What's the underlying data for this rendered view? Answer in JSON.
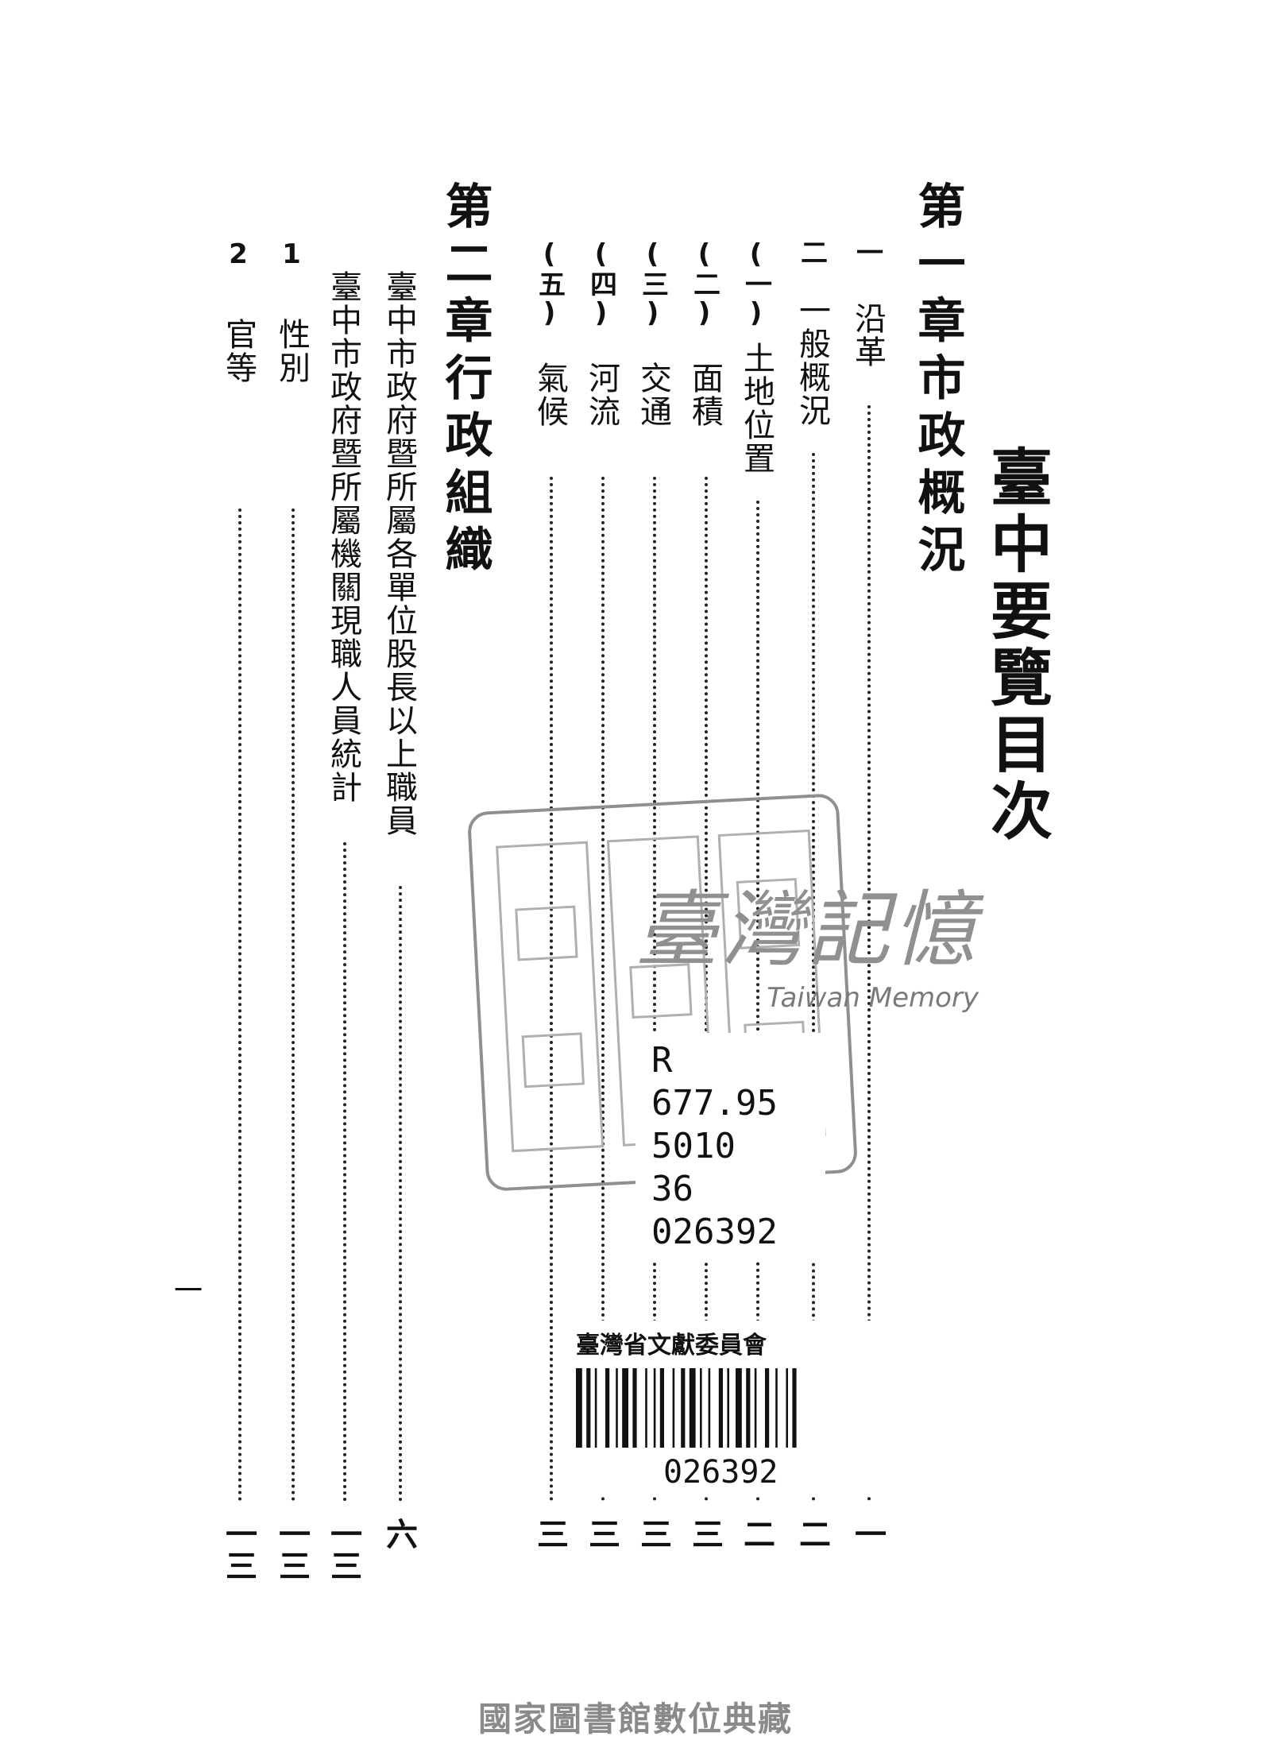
{
  "document": {
    "title": "臺中要覽目次",
    "folio": "一"
  },
  "toc": {
    "chapter1": {
      "title": "第一章市政概況",
      "entries": [
        {
          "num": "一",
          "label": "沿革",
          "page": "一"
        },
        {
          "num": "二",
          "label": "一般概況",
          "page": "二"
        },
        {
          "num": "(一)",
          "label": "土地位置",
          "page": "二"
        },
        {
          "num": "(二)",
          "label": "面積",
          "page": "三"
        },
        {
          "num": "(三)",
          "label": "交通",
          "page": "三"
        },
        {
          "num": "(四)",
          "label": "河流",
          "page": "三"
        },
        {
          "num": "(五)",
          "label": "氣候",
          "page": "三"
        }
      ]
    },
    "chapter2": {
      "title": "第二章行政組織",
      "entries": [
        {
          "num": "",
          "label": "臺中市政府暨所屬各單位股長以上職員",
          "page": "六"
        },
        {
          "num": "",
          "label": "臺中市政府暨所屬機關現職人員統計",
          "page": "一三"
        },
        {
          "num": "1",
          "label": "性別",
          "page": "一三"
        },
        {
          "num": "2",
          "label": "官等",
          "page": "一三"
        }
      ]
    }
  },
  "watermark": {
    "chinese": "臺灣記憶",
    "english": "Taiwan Memory"
  },
  "call_number": [
    "R",
    "677.95",
    "5010",
    "36",
    "026392"
  ],
  "barcode": {
    "organization": "臺灣省文獻委員會",
    "number": "026392"
  },
  "footer": "國家圖書館數位典藏"
}
